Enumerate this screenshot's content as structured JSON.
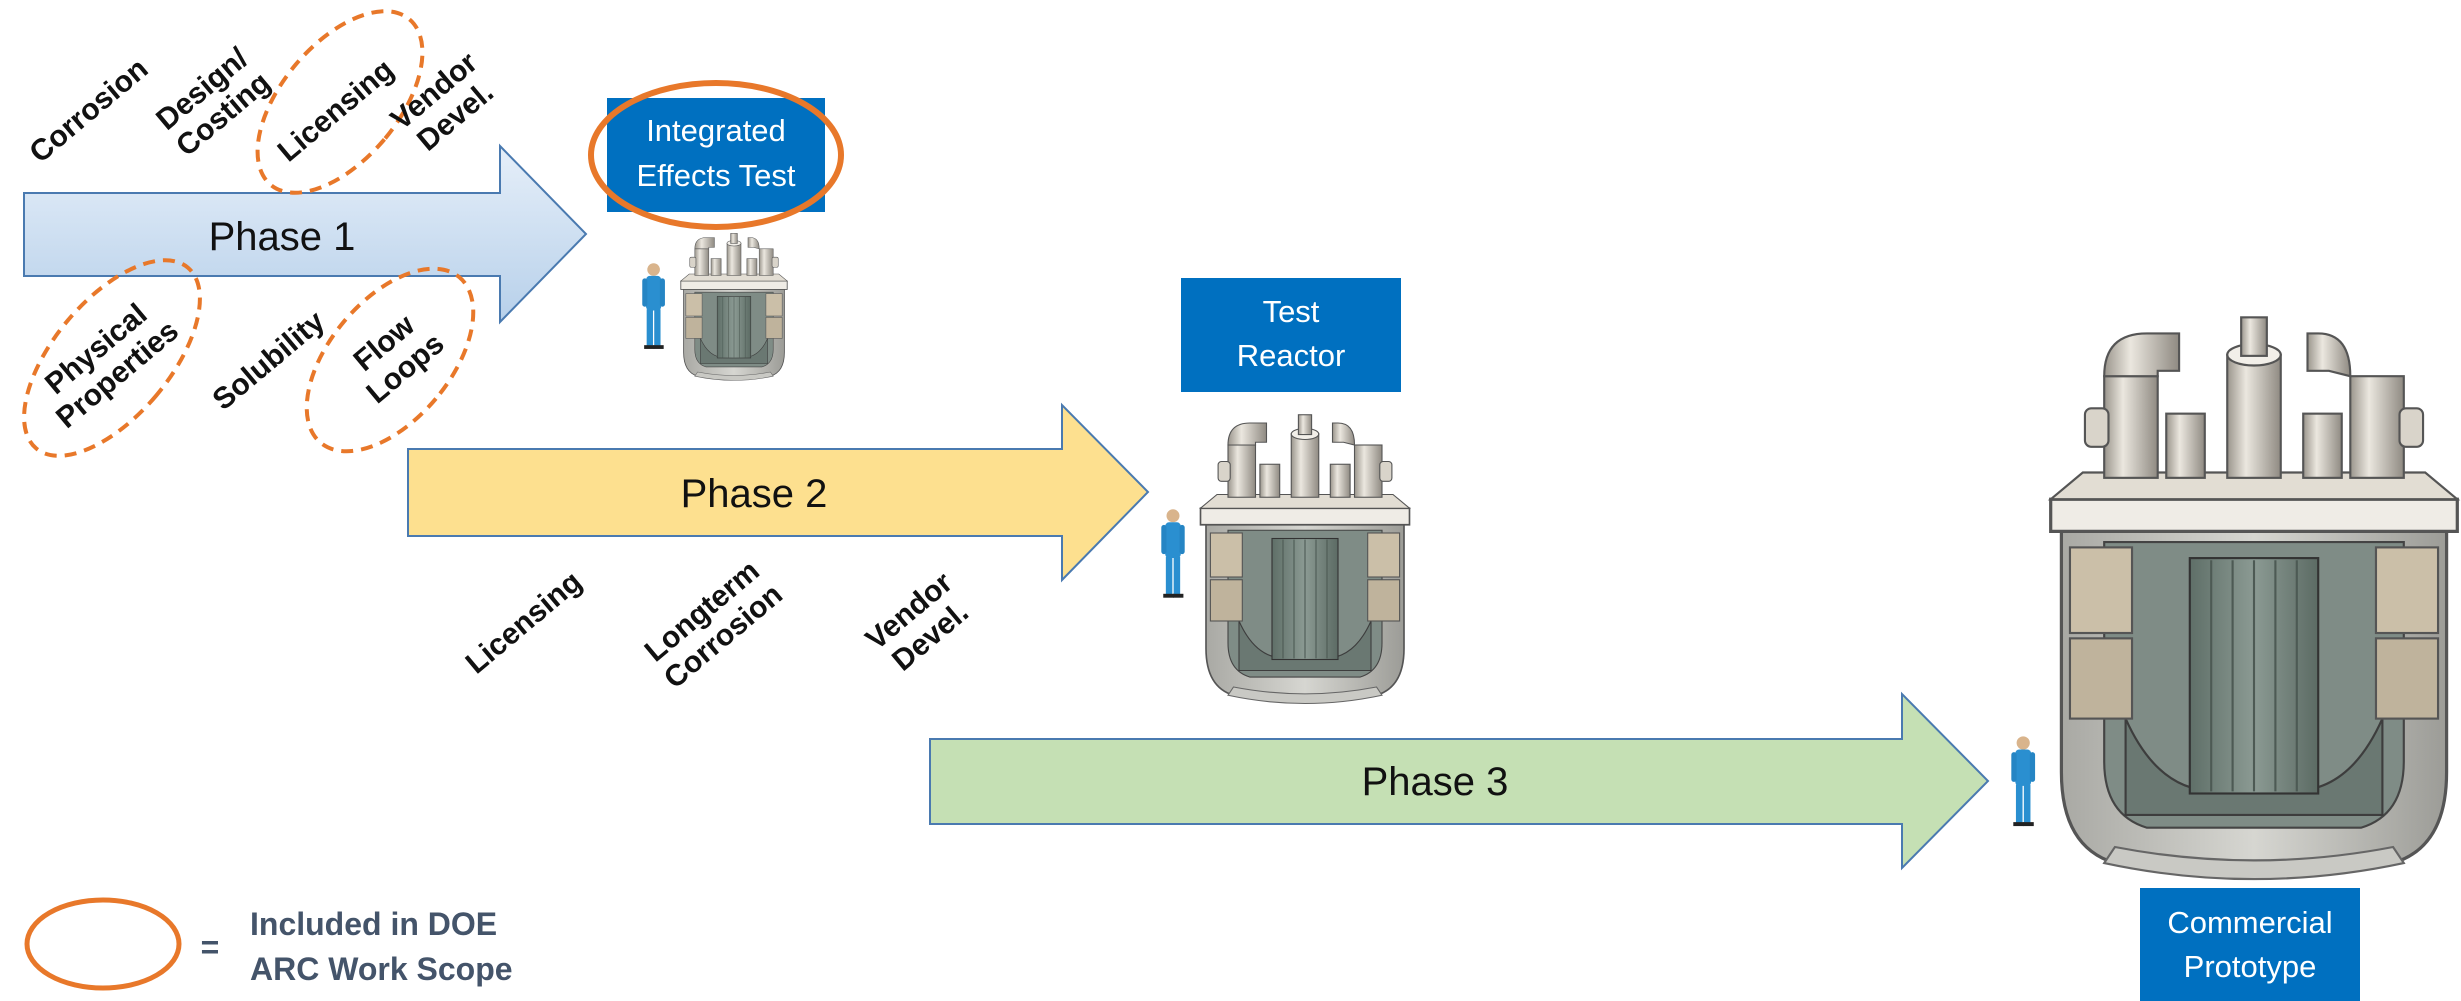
{
  "phases": [
    {
      "label": "Phase 1"
    },
    {
      "label": "Phase 2"
    },
    {
      "label": "Phase 3"
    }
  ],
  "phase1_tasks": {
    "corrosion": "Corrosion",
    "design_costing": [
      "Design/",
      "Costing"
    ],
    "licensing": "Licensing",
    "vendor_devel": [
      "Vendor",
      "Devel."
    ],
    "physical_properties": [
      "Physical",
      "Properties"
    ],
    "solubility": "Solubility",
    "flow_loops": [
      "Flow",
      "Loops"
    ]
  },
  "phase2_tasks": {
    "licensing": "Licensing",
    "longterm_corrosion": [
      "Longterm",
      "Corrosion"
    ],
    "vendor_devel": [
      "Vendor",
      "Devel."
    ]
  },
  "milestones": {
    "integrated_effects_test": [
      "Integrated",
      "Effects Test"
    ],
    "test_reactor": [
      "Test",
      "Reactor"
    ],
    "commercial_prototype": [
      "Commercial",
      "Prototype"
    ]
  },
  "legend": {
    "symbol": "=",
    "lines": [
      "Included in DOE",
      "ARC Work Scope"
    ]
  },
  "colors": {
    "phase1_fill": "#cddff2",
    "phase2_fill": "#fde08f",
    "phase3_fill": "#c5e0b4",
    "arrow_stroke": "#4a7ab0",
    "milestone_box": "#0070c0",
    "scope_ellipse": "#e8782a",
    "person": "#2a8fd0",
    "legend_text": "#44546a"
  }
}
